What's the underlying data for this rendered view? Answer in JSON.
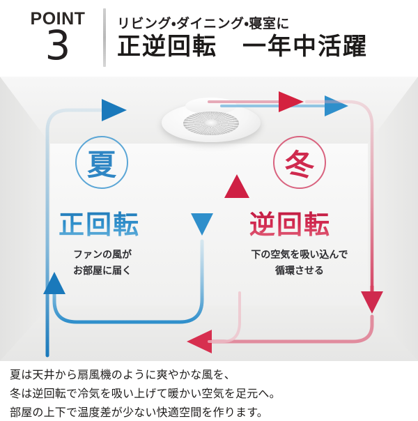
{
  "header": {
    "point_word": "POINT",
    "point_number": "3",
    "subtitle": "リビング・ダイニング・寝室に",
    "title": "正逆回転　一年中活躍"
  },
  "scene": {
    "device": "ceiling-fan-light",
    "summer": {
      "badge": "夏",
      "label": "正回転",
      "caption_line1": "ファンの風が",
      "caption_line2": "お部屋に届く",
      "color": "#2f86c4",
      "label_color": "#2f8fcb",
      "flow_direction": "downward-then-outward"
    },
    "winter": {
      "badge": "冬",
      "label": "逆回転",
      "caption_line1": "下の空気を吸い込んで",
      "caption_line2": "循環させる",
      "color": "#cf2a4e",
      "label_color": "#d22a50",
      "flow_direction": "upward-then-outward"
    }
  },
  "bottom": {
    "line1": "夏は天井から扇風機のように爽やかな風を、",
    "line2": "冬は逆回転で冷気を吸い上げて暖かい空気を足元へ。",
    "line3": "部屋の上下で温度差が少ない快適空間を作ります。"
  }
}
